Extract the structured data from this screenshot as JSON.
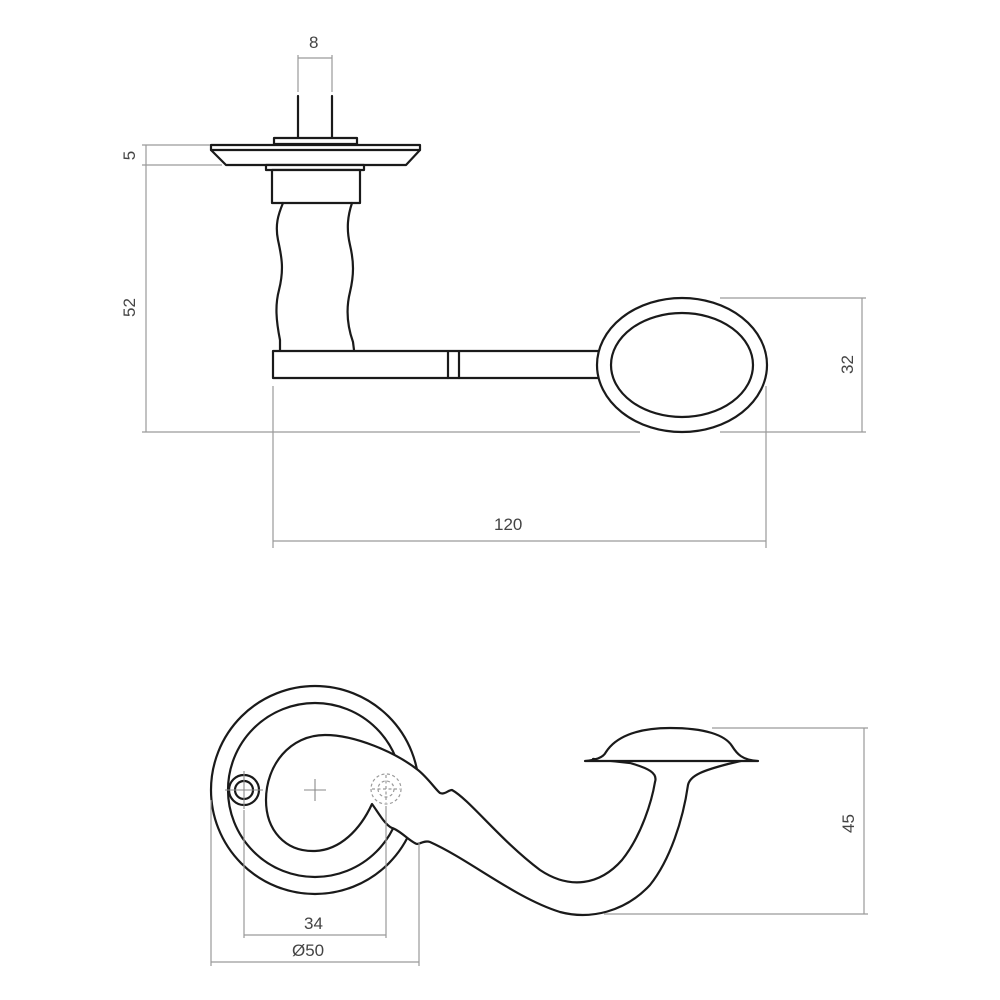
{
  "drawing": {
    "title": "Lever handle on round rose — technical dimension drawing",
    "line_color": "#1a1a1a",
    "dimension_line_color": "#9a9a9a",
    "label_color": "#444444",
    "side_view": {
      "dimensions": {
        "spindle_width": "8",
        "rose_thickness": "5",
        "height_to_lever_bottom": "52",
        "grip_height": "32",
        "projection_length": "120"
      }
    },
    "top_view": {
      "dimensions": {
        "screw_to_spindle_offset": "34",
        "rose_diameter": "Ø50",
        "lever_height": "45"
      }
    }
  }
}
